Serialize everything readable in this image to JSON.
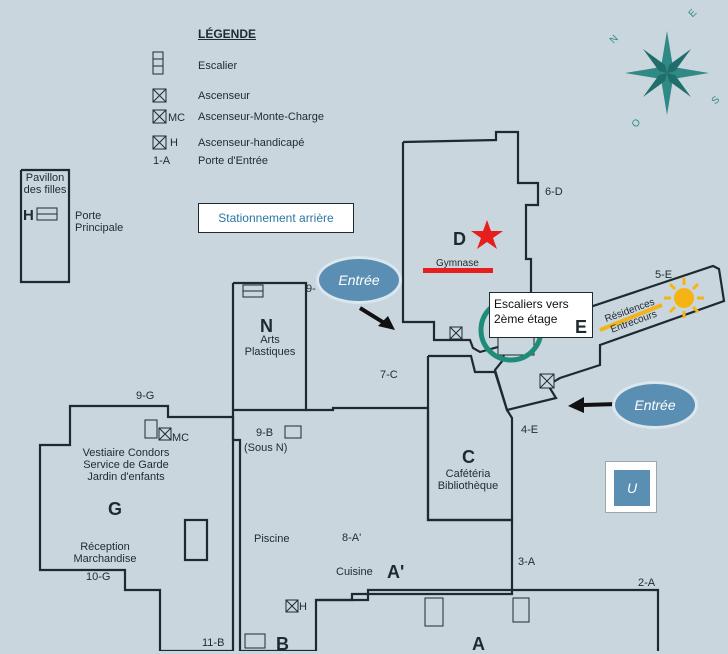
{
  "legend": {
    "title": "LÉGENDE",
    "stair": "Escalier",
    "elevator": "Ascenseur",
    "freight_code": "MC",
    "freight": "Ascenseur-Monte-Charge",
    "handicap_code": "H",
    "handicap": "Ascenseur-handicapé",
    "entrance_code": "1-A",
    "entrance": "Porte d'Entrée"
  },
  "buildings": {
    "pavillon": "Pavillon des filles",
    "pavillon_h": "H",
    "porte_principale": "Porte Principale",
    "d_letter": "D",
    "d_gym": "Gymnase",
    "n_letter": "N",
    "n_name": "Arts Plastiques",
    "e_letter": "E",
    "e_name": "Résidences Entrecours",
    "g_letter": "G",
    "g_name": "Vestiaire Condors Service de Garde Jardin d'enfants",
    "g_reception": "Réception Marchandise",
    "c_letter": "C",
    "c_name": "Cafétéria Bibliothèque",
    "piscine": "Piscine",
    "cuisine": "Cuisine",
    "a_prime": "A'",
    "a_letter": "A",
    "b_letter": "B",
    "sous_n": "(Sous  N)",
    "mc": "MC",
    "h": "H"
  },
  "doors": {
    "d6": "6-D",
    "e5": "5-E",
    "e4": "4-E",
    "n9": "9-",
    "c7": "7-C",
    "g9": "9-G",
    "b9": "9-B",
    "a8": "8-A'",
    "g10": "10-G",
    "a3": "3-A",
    "a2": "2-A",
    "b11": "11-B"
  },
  "callouts": {
    "parking": "Stationnement arrière",
    "entree1": "Entrée",
    "entree2": "Entrée",
    "stairs_to_2nd": "Escaliers vers 2ème étage",
    "u_box": "U"
  },
  "compass": {
    "n": "N",
    "e": "E",
    "s": "S",
    "o": "O"
  },
  "colors": {
    "background": "#c9d6de",
    "walls": "#1f2a30",
    "compass": "#2f8a86",
    "star": "#e61e1e",
    "gym_bar": "#e61e1e",
    "residence_bar": "#f2b21b",
    "sun": "#f5b414",
    "stairs_ring": "#1f8c7a",
    "entree": "#5b8eb3",
    "u_box": "#5b8eb3"
  }
}
